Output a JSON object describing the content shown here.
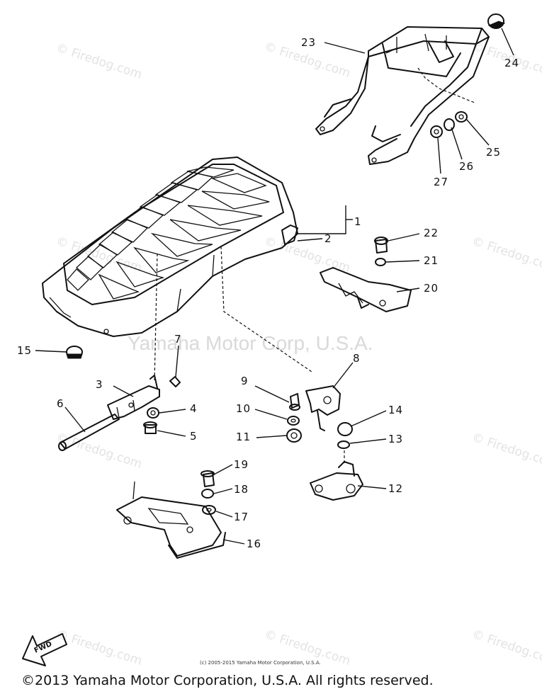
{
  "watermarks": {
    "site": "© Firedog.com",
    "center": "Yamaha Motor Corp, U.S.A.",
    "mid": "© Firedog.com"
  },
  "callouts": [
    "1",
    "2",
    "3",
    "4",
    "5",
    "6",
    "7",
    "8",
    "9",
    "10",
    "11",
    "12",
    "13",
    "14",
    "15",
    "16",
    "17",
    "18",
    "19",
    "20",
    "21",
    "22",
    "23",
    "24",
    "25",
    "26",
    "27"
  ],
  "fwd_label": "FWD",
  "credit_line": "(c) 2005-2015 Yamaha Motor Corporation, U.S.A.",
  "copyright": "©2013 Yamaha Motor Corporation, U.S.A. All rights reserved."
}
